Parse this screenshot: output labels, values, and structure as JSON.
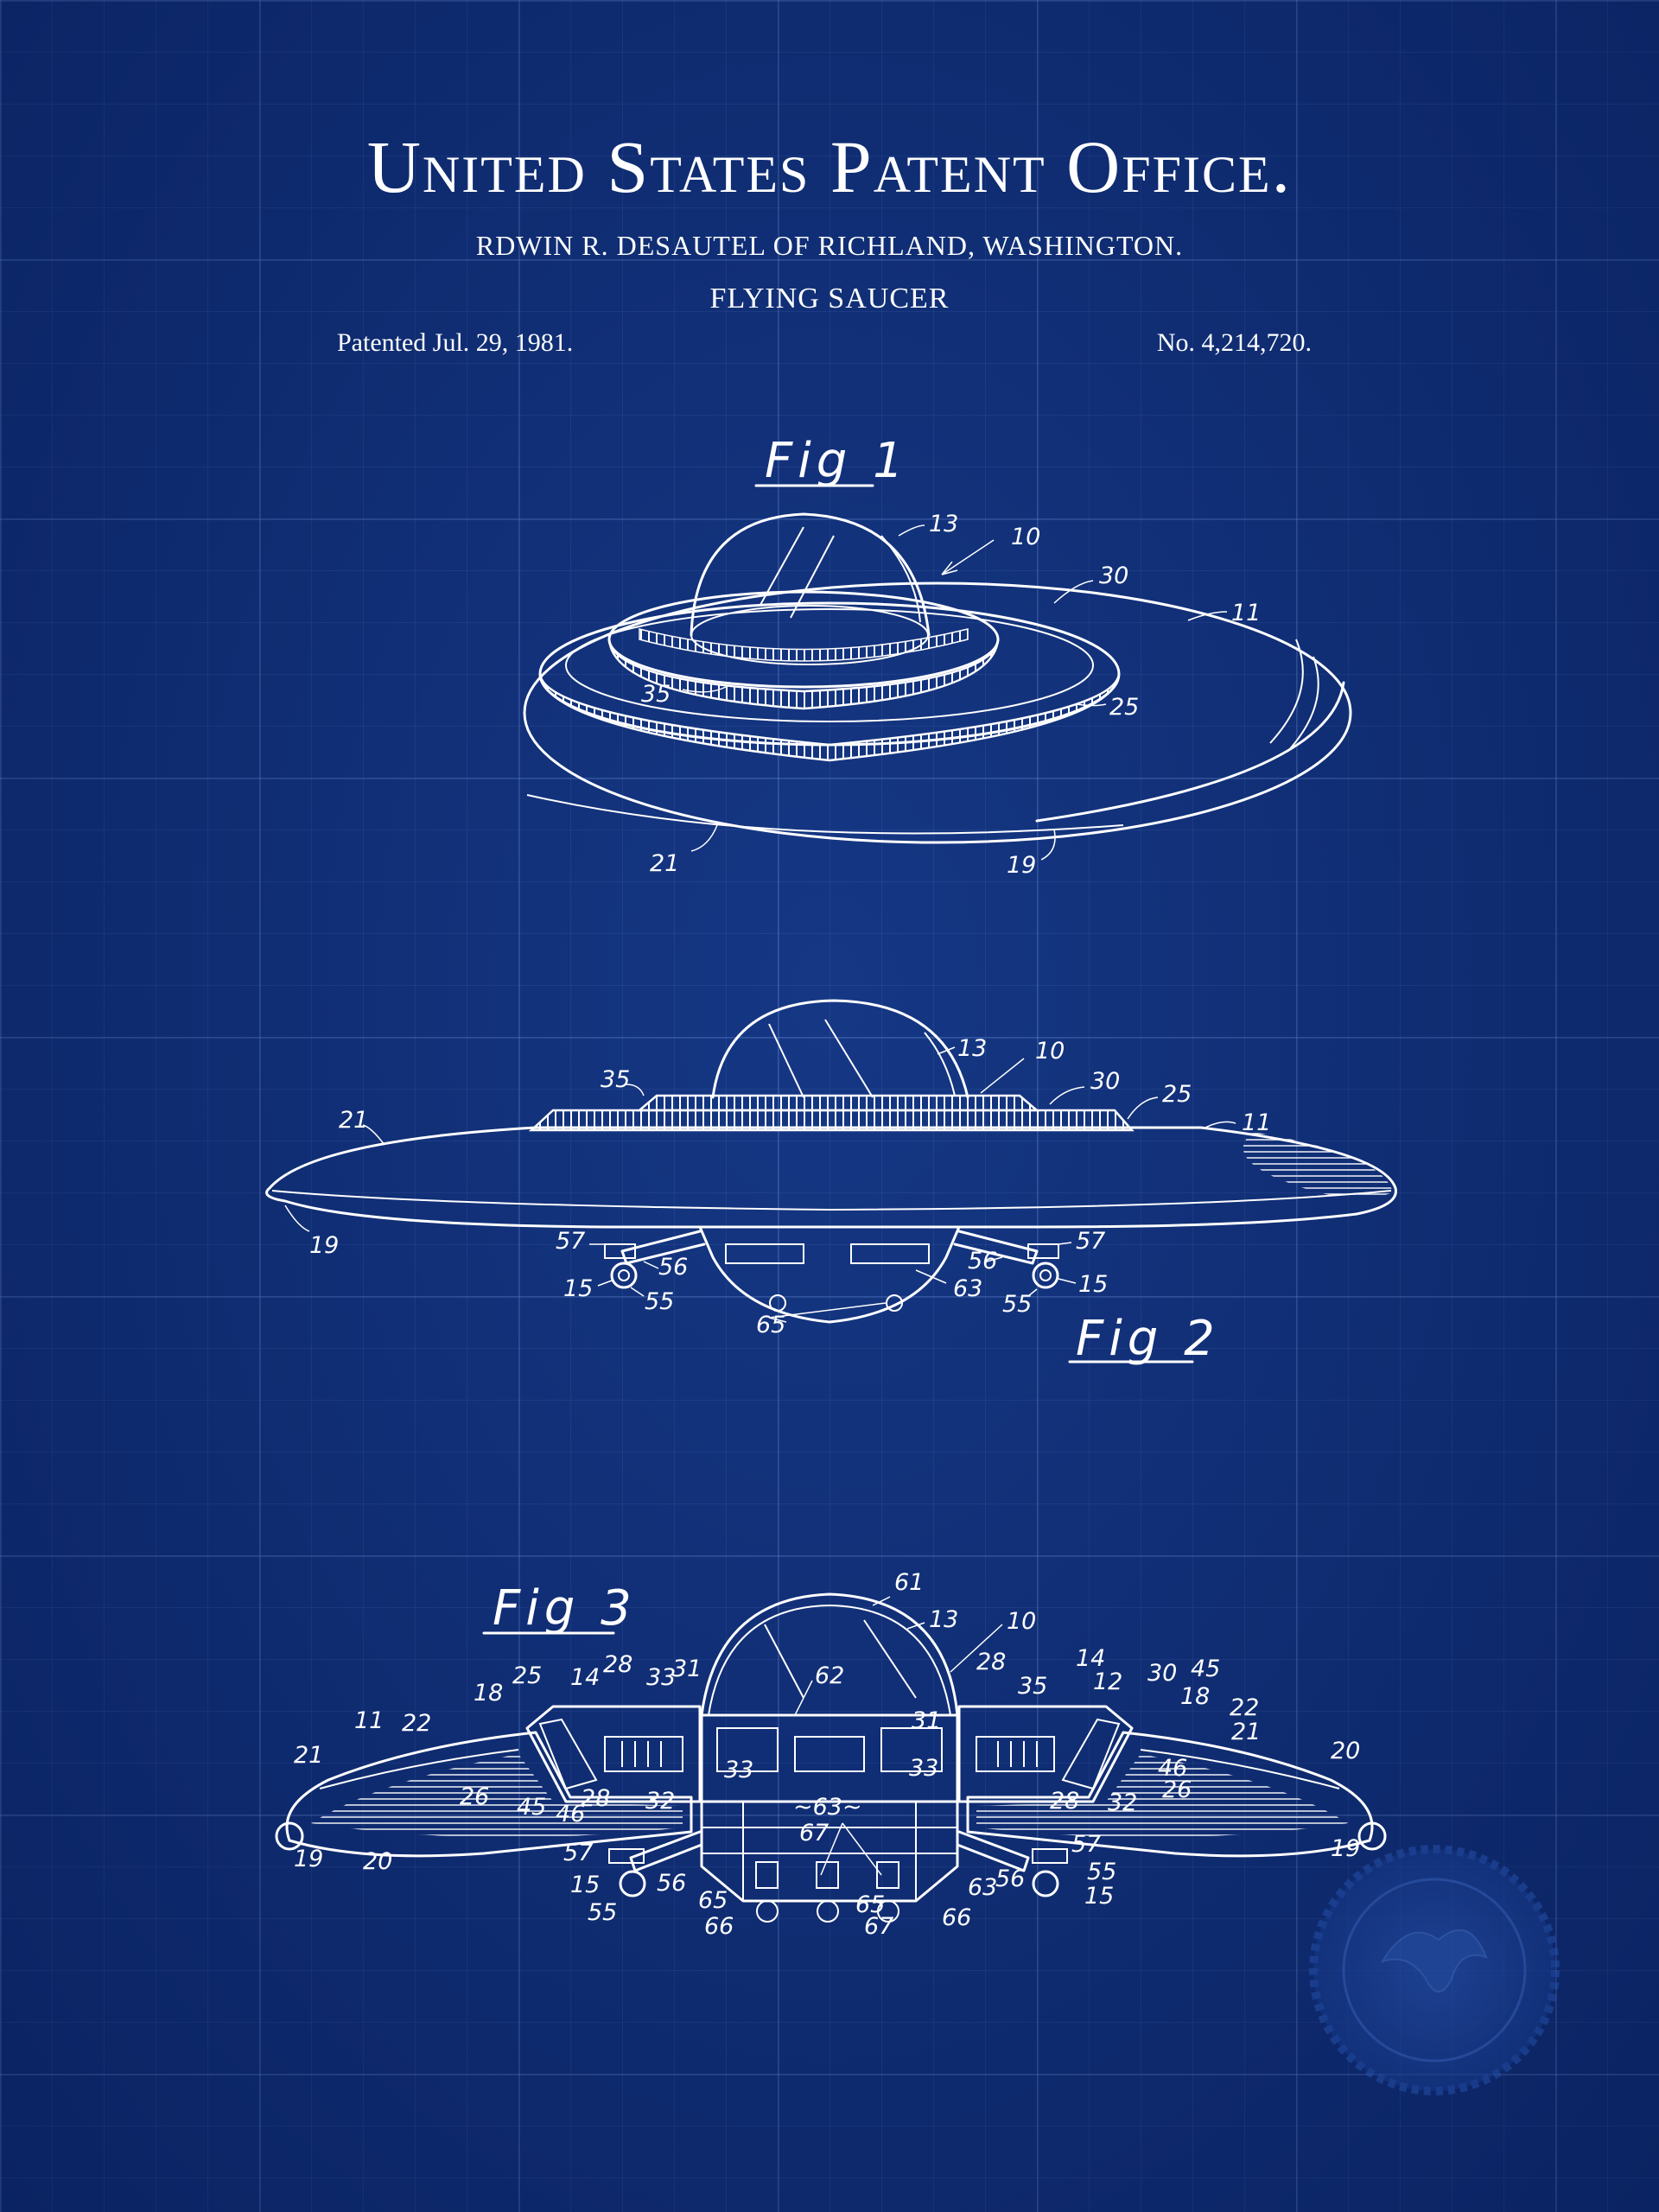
{
  "header": {
    "title": "United States Patent Office.",
    "inventor": "RDWIN R. DESAUTEL OF RICHLAND, WASHINGTON.",
    "invention": "FLYING SAUCER",
    "patented": "Patented Jul. 29, 1981.",
    "number": "No. 4,214,720."
  },
  "figures": {
    "fig1": {
      "label": "Fig 1",
      "refs": [
        "13",
        "10",
        "30",
        "11",
        "35",
        "25",
        "21",
        "19"
      ]
    },
    "fig2": {
      "label": "Fig 2",
      "refs": [
        "13",
        "10",
        "35",
        "30",
        "25",
        "11",
        "21",
        "19",
        "57",
        "56",
        "15",
        "55",
        "63",
        "65",
        "56",
        "57",
        "15",
        "55"
      ]
    },
    "fig3": {
      "label": "Fig 3",
      "refs": [
        "61",
        "13",
        "10",
        "62",
        "28",
        "25",
        "14",
        "28",
        "33",
        "31",
        "18",
        "11",
        "22",
        "21",
        "26",
        "45",
        "46",
        "28",
        "32",
        "33",
        "~63~",
        "31",
        "14",
        "35",
        "12",
        "30",
        "45",
        "18",
        "22",
        "21",
        "20",
        "46",
        "26",
        "33",
        "28",
        "32",
        "19",
        "20",
        "19",
        "67",
        "57",
        "15",
        "56",
        "55",
        "65",
        "66",
        "65",
        "67",
        "66",
        "63",
        "56",
        "57",
        "55",
        "15"
      ]
    }
  },
  "colors": {
    "background": "#0f2f78",
    "ink": "#ffffff",
    "grid": "#7aa0e6"
  },
  "seal": "embossed-eagle-seal"
}
